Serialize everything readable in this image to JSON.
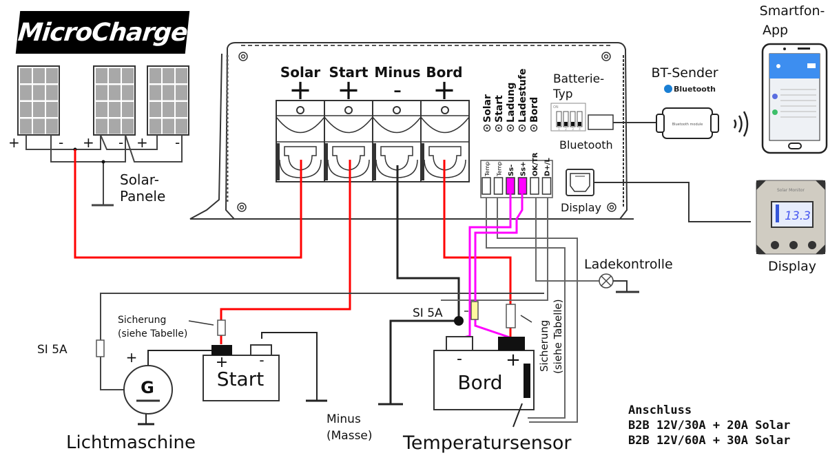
{
  "logo": {
    "text": "MicroCharge"
  },
  "device": {
    "terminals": [
      {
        "label": "Solar",
        "polarity": "+"
      },
      {
        "label": "Start",
        "polarity": "+"
      },
      {
        "label": "Minus",
        "polarity": "-"
      },
      {
        "label": "Bord",
        "polarity": "+"
      }
    ],
    "leds": [
      "Solar",
      "Start",
      "Ladung",
      "Ladestufe",
      "Bord"
    ],
    "battery_type_label_1": "Batterie-",
    "battery_type_label_2": "Typ",
    "dip_switch_positions": [
      "1",
      "2",
      "3",
      "4"
    ],
    "dip_on_label": "ON",
    "bluetooth_label": "Bluetooth",
    "display_port_label": "Display",
    "connector_pins": [
      "Temp",
      "Temp",
      "Ss-",
      "Ss+",
      "OK/TR",
      "D+/L"
    ]
  },
  "solar": {
    "label_1": "Solar-",
    "label_2": "Panele",
    "panel_polarities": [
      "+",
      "-",
      "+",
      "-",
      "+",
      "-"
    ]
  },
  "bt_sender": {
    "label": "BT-Sender",
    "brand": "Bluetooth",
    "module_text": "Bluetooth module"
  },
  "smartphone": {
    "label_1": "Smartfon-",
    "label_2": "App"
  },
  "display_unit": {
    "label": "Display",
    "title": "Solar Monitor",
    "reading": "13.3"
  },
  "ladekontrolle": {
    "label": "Ladekontrolle"
  },
  "start_battery": {
    "label": "Start",
    "plus": "+",
    "minus": "-"
  },
  "bord_battery": {
    "label": "Bord",
    "plus": "+",
    "minus": "-"
  },
  "generator": {
    "symbol": "G",
    "label": "Lichtmaschine",
    "plus": "+"
  },
  "fuses": {
    "si5a_left": "SI 5A",
    "si5a_right": "SI 5A",
    "sicherung_left_1": "Sicherung",
    "sicherung_left_2": "(siehe Tabelle)",
    "sicherung_right_1": "Sicherung",
    "sicherung_right_2": "(siehe Tabelle)"
  },
  "ground": {
    "label_1": "Minus",
    "label_2": "(Masse)"
  },
  "temp_sensor": {
    "label": "Temperatursensor"
  },
  "anschluss": {
    "title": "Anschluss",
    "lines": [
      "B2B 12V/30A + 20A Solar",
      "B2B 12V/60A + 30A Solar"
    ]
  },
  "colors": {
    "positive_wire": "#ff0000",
    "signal_wire": "#ff00ff",
    "ground_wire": "#111111",
    "control_wire": "#555555",
    "panel_cell": "#a8a8a8",
    "bt_brand": "#1a7fd4",
    "phone_header": "#3d8ef0"
  }
}
